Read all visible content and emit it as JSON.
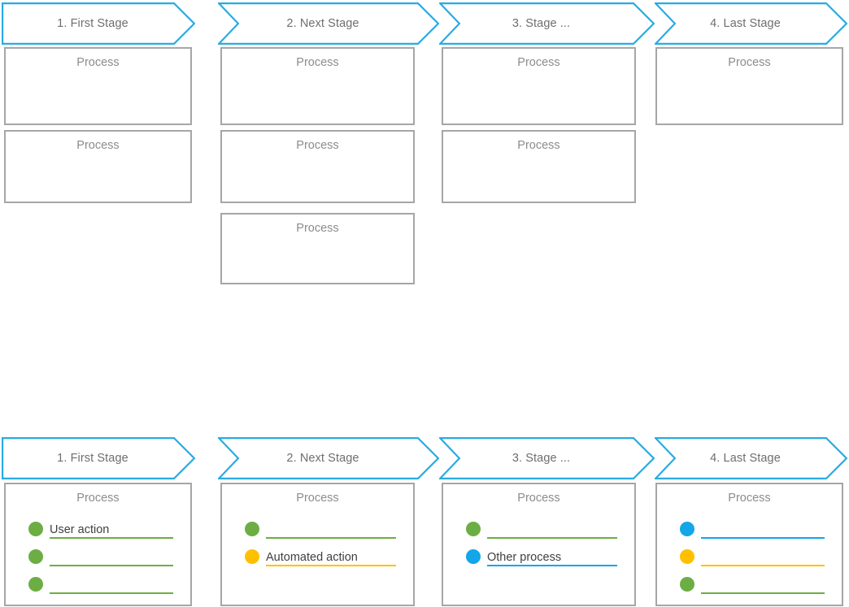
{
  "colors": {
    "chevron_stroke": "#29ABE2",
    "box_border": "#A6A6A6",
    "stage_text": "#6D6E71",
    "process_text": "#8A8C8E",
    "green": "#6CAE43",
    "yellow": "#FFC000",
    "blue": "#13A6E8",
    "item_text": "#3F3F3F",
    "background": "#FFFFFF"
  },
  "labels": {
    "process": "Process"
  },
  "top_diagram": {
    "stages": [
      {
        "label": "1. First Stage",
        "processes": [
          {
            "title": "Process"
          },
          {
            "title": "Process"
          }
        ]
      },
      {
        "label": "2. Next Stage",
        "processes": [
          {
            "title": "Process"
          },
          {
            "title": "Process"
          },
          {
            "title": "Process"
          }
        ]
      },
      {
        "label": "3. Stage ...",
        "processes": [
          {
            "title": "Process"
          },
          {
            "title": "Process"
          }
        ]
      },
      {
        "label": "4. Last Stage",
        "processes": [
          {
            "title": "Process"
          }
        ]
      }
    ]
  },
  "bottom_diagram": {
    "stages": [
      {
        "label": "1. First Stage",
        "process": {
          "title": "Process",
          "items": [
            {
              "text": "User action",
              "color": "green"
            },
            {
              "text": "",
              "color": "green"
            },
            {
              "text": "",
              "color": "green"
            }
          ]
        }
      },
      {
        "label": "2. Next Stage",
        "process": {
          "title": "Process",
          "items": [
            {
              "text": "",
              "color": "green"
            },
            {
              "text": "Automated action",
              "color": "yellow"
            }
          ]
        }
      },
      {
        "label": "3. Stage ...",
        "process": {
          "title": "Process",
          "items": [
            {
              "text": "",
              "color": "green"
            },
            {
              "text": "Other process",
              "color": "blue"
            }
          ]
        }
      },
      {
        "label": "4. Last Stage",
        "process": {
          "title": "Process",
          "items": [
            {
              "text": "",
              "color": "blue"
            },
            {
              "text": "",
              "color": "yellow"
            },
            {
              "text": "",
              "color": "green"
            }
          ]
        }
      }
    ]
  }
}
